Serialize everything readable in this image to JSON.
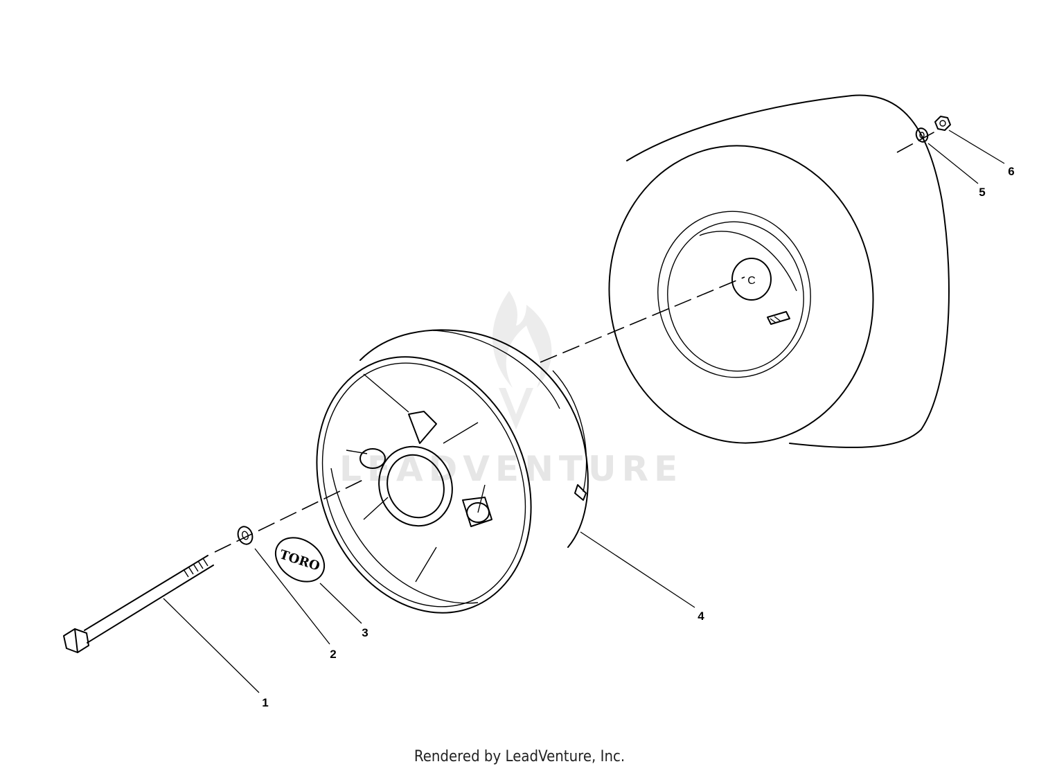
{
  "diagram": {
    "parts": [
      {
        "callout": "1",
        "name": "bolt"
      },
      {
        "callout": "2",
        "name": "washer"
      },
      {
        "callout": "3",
        "name": "decal"
      },
      {
        "callout": "4",
        "name": "wheel weight"
      },
      {
        "callout": "5",
        "name": "washer"
      },
      {
        "callout": "6",
        "name": "nut"
      }
    ],
    "decal_text": "TORO",
    "hub_mark": "C",
    "watermark": "LEADVENTURE"
  },
  "footer": {
    "text": "Rendered by LeadVenture, Inc."
  }
}
